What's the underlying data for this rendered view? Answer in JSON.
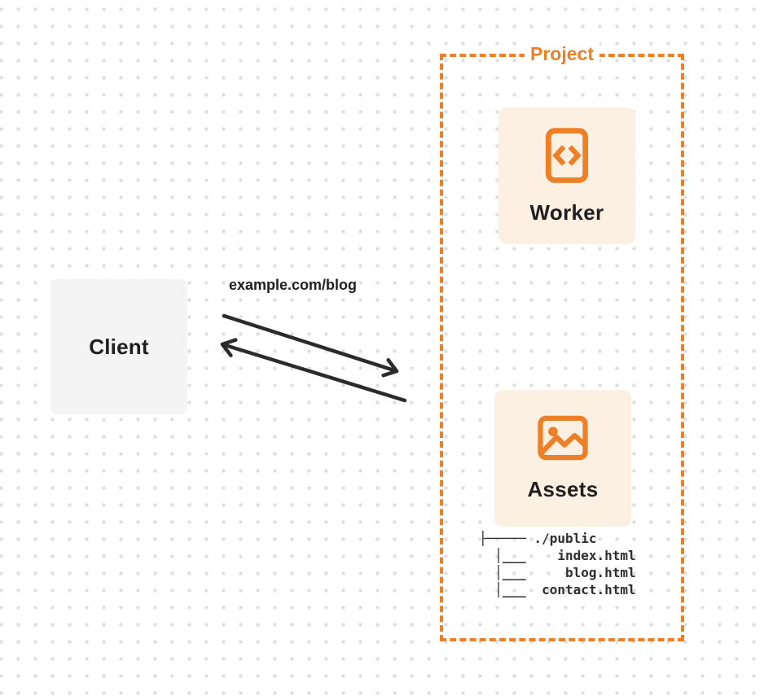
{
  "colors": {
    "orange": "#ED8027",
    "card_bg": "#FBF0E2",
    "client_bg": "#F4F4F5",
    "text_dark": "#1F1F1F",
    "arrow": "#2B2B2B",
    "dot": "#DFDFDF"
  },
  "client": {
    "label": "Client"
  },
  "request": {
    "label": "example.com/blog"
  },
  "project": {
    "label": "Project"
  },
  "worker": {
    "label": "Worker",
    "icon": "code-file-icon"
  },
  "assets": {
    "label": "Assets",
    "icon": "image-icon"
  },
  "file_tree": {
    "lines": [
      "├───── ./public",
      "  │___    index.html",
      "  │___     blog.html",
      "  │___  contact.html"
    ]
  }
}
